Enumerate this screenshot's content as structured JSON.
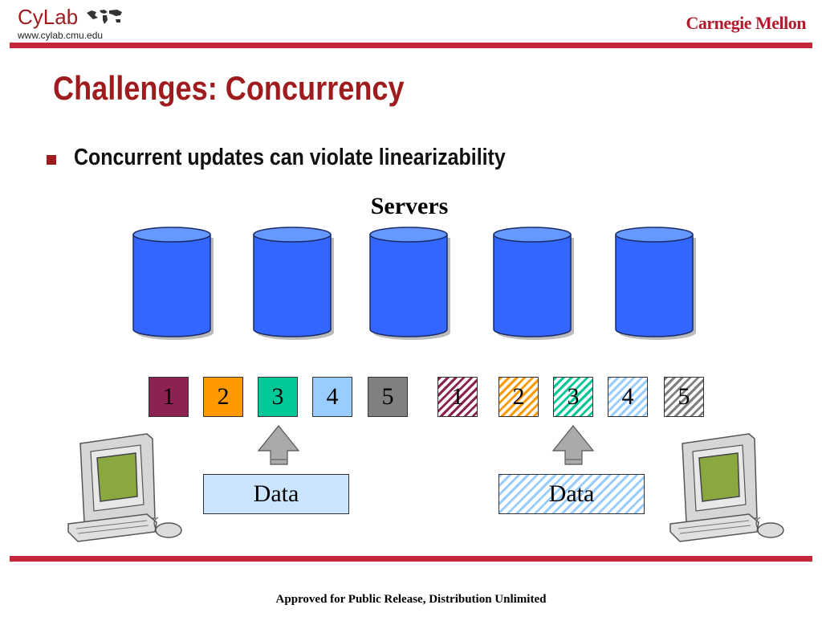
{
  "header": {
    "logo_text": "CyLab",
    "logo_url": "www.cylab.cmu.edu",
    "institution": "Carnegie Mellon"
  },
  "slide": {
    "title": "Challenges: Concurrency",
    "bullet": "Concurrent updates can violate linearizability",
    "servers_label": "Servers"
  },
  "blocks_left": [
    {
      "label": "1",
      "color": "#8b2252"
    },
    {
      "label": "2",
      "color": "#ff9900"
    },
    {
      "label": "3",
      "color": "#00c896"
    },
    {
      "label": "4",
      "color": "#99ccff"
    },
    {
      "label": "5",
      "color": "#808080"
    }
  ],
  "blocks_right": [
    {
      "label": "1",
      "color": "#8b2252"
    },
    {
      "label": "2",
      "color": "#ff9900"
    },
    {
      "label": "3",
      "color": "#00c896"
    },
    {
      "label": "4",
      "color": "#99ccff"
    },
    {
      "label": "5",
      "color": "#808080"
    }
  ],
  "data_left": "Data",
  "data_right": "Data",
  "footer": "Approved for Public Release, Distribution Unlimited",
  "colors": {
    "accent": "#9e1b1e",
    "rule": "#c4273a",
    "cylinder": "#3366ff",
    "data_fill": "#cce5ff"
  }
}
